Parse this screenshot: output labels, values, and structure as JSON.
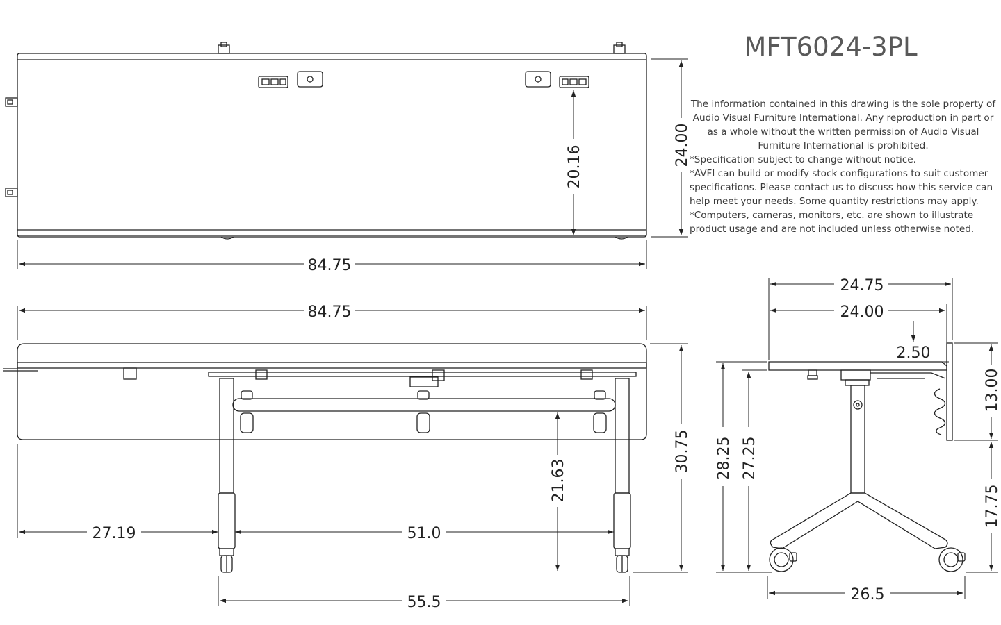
{
  "title": "MFT6024-3PL",
  "notes": {
    "property": [
      "The information contained in this drawing is the sole property of",
      "Audio Visual Furniture International. Any reproduction in part or",
      "as a whole without the written permission of Audio Visual",
      "Furniture International is prohibited."
    ],
    "lines": [
      "*Specification subject to change without notice.",
      "*AVFI can build or modify stock configurations to suit customer",
      "specifications. Please contact us to discuss how this service can",
      "help meet your needs. Some quantity restrictions may apply.",
      "*Computers, cameras, monitors, etc. are shown to illustrate",
      "product usage and are not included unless otherwise noted."
    ]
  },
  "dims": {
    "top_width": "84.75",
    "top_depth": "24.00",
    "top_outlet_depth": "20.16",
    "front_width": "84.75",
    "front_left_offset": "27.19",
    "front_leg_spacing": "51.0",
    "front_base_width": "55.5",
    "front_rail_height": "21.63",
    "front_height": "30.75",
    "side_overall_depth": "24.75",
    "side_top_depth": "24.00",
    "side_modesty_gap": "2.50",
    "side_top_height": "28.25",
    "side_under_height": "27.25",
    "side_panel_height": "13.00",
    "side_floor_clearance": "17.75",
    "side_base_depth": "26.5"
  }
}
